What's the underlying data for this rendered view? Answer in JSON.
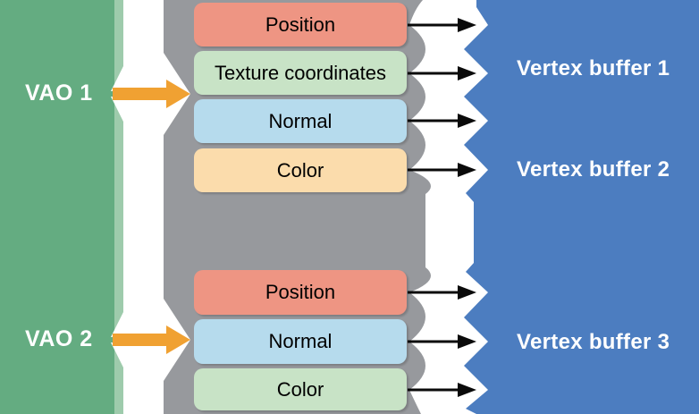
{
  "diagram": {
    "left_band": {
      "labels": [
        {
          "text": "VAO 1"
        },
        {
          "text": "VAO 2"
        }
      ]
    },
    "attribute_boxes": [
      {
        "label": "Position",
        "group": "VAO 1",
        "fill": "#ee9583"
      },
      {
        "label": "Texture coordinates",
        "group": "VAO 1",
        "fill": "#c8e3c6"
      },
      {
        "label": "Normal",
        "group": "VAO 1",
        "fill": "#b6dbed"
      },
      {
        "label": "Color",
        "group": "VAO 1",
        "fill": "#fbdcac"
      },
      {
        "label": "Position",
        "group": "VAO 2",
        "fill": "#ee9583"
      },
      {
        "label": "Normal",
        "group": "VAO 2",
        "fill": "#b6dbed"
      },
      {
        "label": "Color",
        "group": "VAO 2",
        "fill": "#c8e3c6"
      }
    ],
    "buffer_labels": [
      {
        "text": "Vertex buffer 1"
      },
      {
        "text": "Vertex buffer 2"
      },
      {
        "text": "Vertex buffer 3"
      }
    ],
    "colors": {
      "vao_band": "#64ac81",
      "vao_band_edge": "#9ecbac",
      "attribute_band": "#97999d",
      "buffer_band": "#4c7dc0",
      "vao_arrow": "#f0a132",
      "buffer_arrow": "#0a0a0a",
      "label_text": "#ffffff",
      "box_text": "#000000"
    }
  }
}
